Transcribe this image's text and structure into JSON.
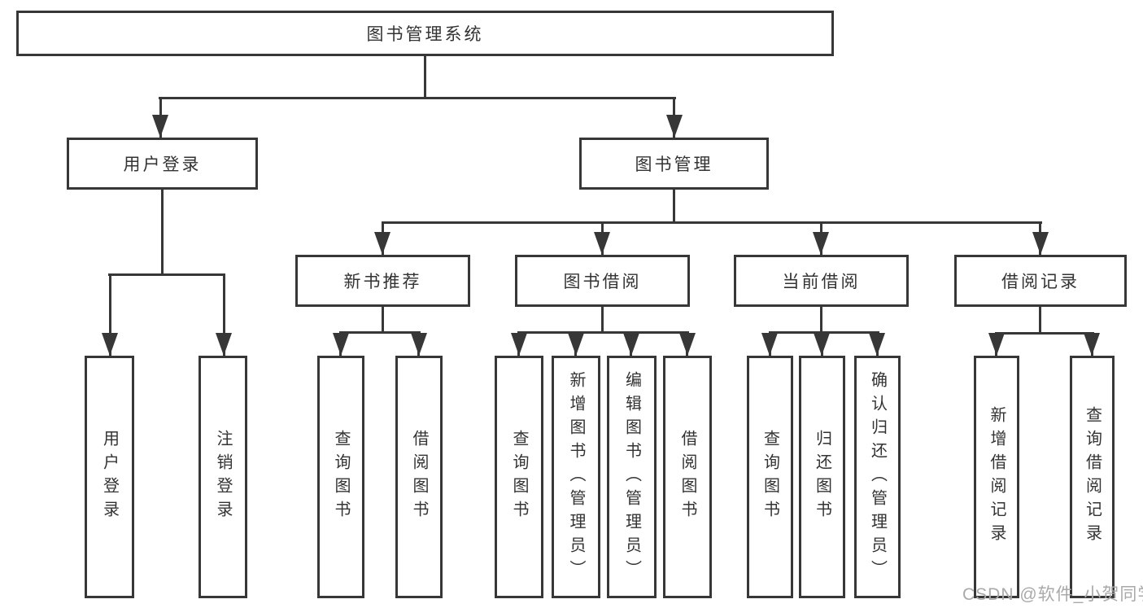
{
  "diagram": {
    "root": {
      "label": "图书管理系统",
      "children": [
        {
          "label": "用户登录",
          "children": [
            {
              "label": "用户登录"
            },
            {
              "label": "注销登录"
            }
          ]
        },
        {
          "label": "图书管理",
          "children": [
            {
              "label": "新书推荐",
              "children": [
                {
                  "label": "查询图书"
                },
                {
                  "label": "借阅图书"
                }
              ]
            },
            {
              "label": "图书借阅",
              "children": [
                {
                  "label": "查询图书"
                },
                {
                  "label": "新增图书（管理员）"
                },
                {
                  "label": "编辑图书（管理员）"
                },
                {
                  "label": "借阅图书"
                }
              ]
            },
            {
              "label": "当前借阅",
              "children": [
                {
                  "label": "查询图书"
                },
                {
                  "label": "归还图书"
                },
                {
                  "label": "确认归还（管理员）"
                }
              ]
            },
            {
              "label": "借阅记录",
              "children": [
                {
                  "label": "新增借阅记录"
                },
                {
                  "label": "查询借阅记录"
                }
              ]
            }
          ]
        }
      ]
    }
  },
  "watermark": {
    "text": "CSDN @软件_小贺同学"
  },
  "colors": {
    "line": "#373737",
    "box_border": "#373737",
    "text": "#333333",
    "background": "#ffffff",
    "watermark": "#a9a9a9"
  }
}
